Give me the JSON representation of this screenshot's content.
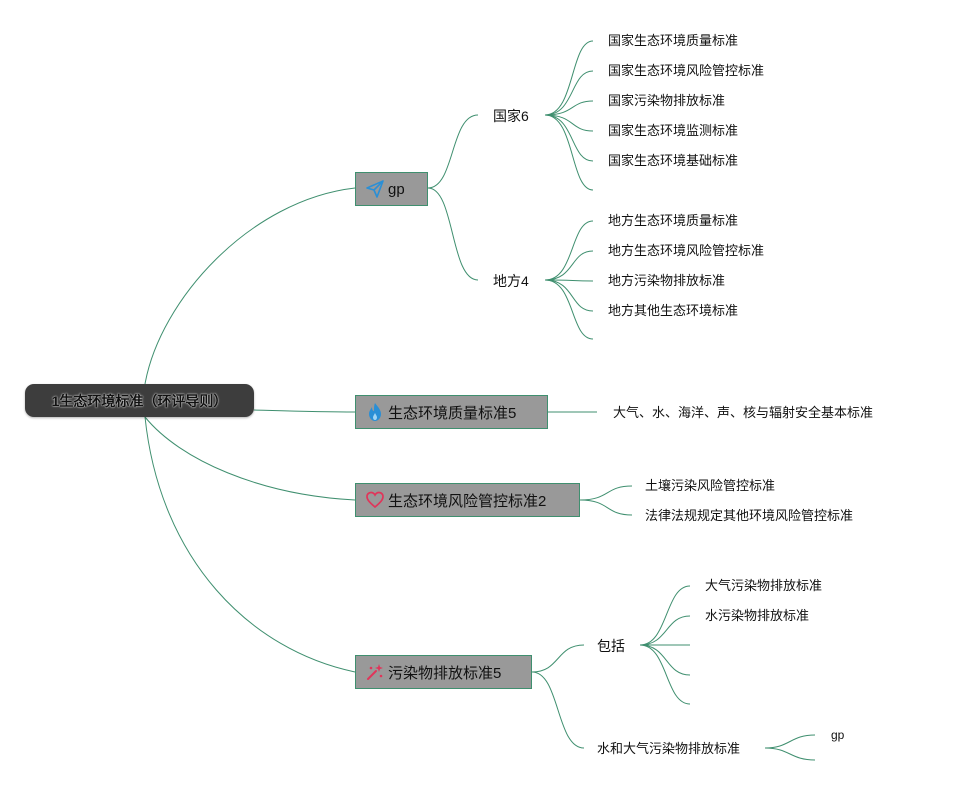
{
  "root": {
    "label": "1生态环境标准（环评导则）"
  },
  "branches": {
    "gp": {
      "label": "gp",
      "icon": "paper-plane-icon",
      "groups": {
        "national": {
          "label": "国家6",
          "items": [
            "国家生态环境质量标准",
            "国家生态环境风险管控标准",
            "国家污染物排放标准",
            "国家生态环境监测标准",
            "国家生态环境基础标准"
          ]
        },
        "local": {
          "label": "地方4",
          "items": [
            "地方生态环境质量标准",
            "地方生态环境风险管控标准",
            "地方污染物排放标准",
            "地方其他生态环境标准"
          ]
        }
      }
    },
    "quality": {
      "label": "生态环境质量标准5",
      "icon": "flame-icon",
      "items": [
        "大气、水、海洋、声、核与辐射安全基本标准"
      ]
    },
    "risk": {
      "label": "生态环境风险管控标准2",
      "icon": "heart-icon",
      "items": [
        "土壤污染风险管控标准",
        "法律法规规定其他环境风险管控标准"
      ]
    },
    "emission": {
      "label": "污染物排放标准5",
      "icon": "sparkle-icon",
      "include": {
        "label": "包括",
        "items": [
          "大气污染物排放标准",
          "水污染物排放标准"
        ]
      },
      "water_air": {
        "label": "水和大气污染物排放标准",
        "items": [
          "gp"
        ]
      }
    }
  },
  "colors": {
    "line": "#3f8f6f",
    "branch_fill": "#999999",
    "root_fill": "#3d3d3d",
    "icon_blue": "#2a8fd6",
    "icon_red": "#e0355a"
  }
}
